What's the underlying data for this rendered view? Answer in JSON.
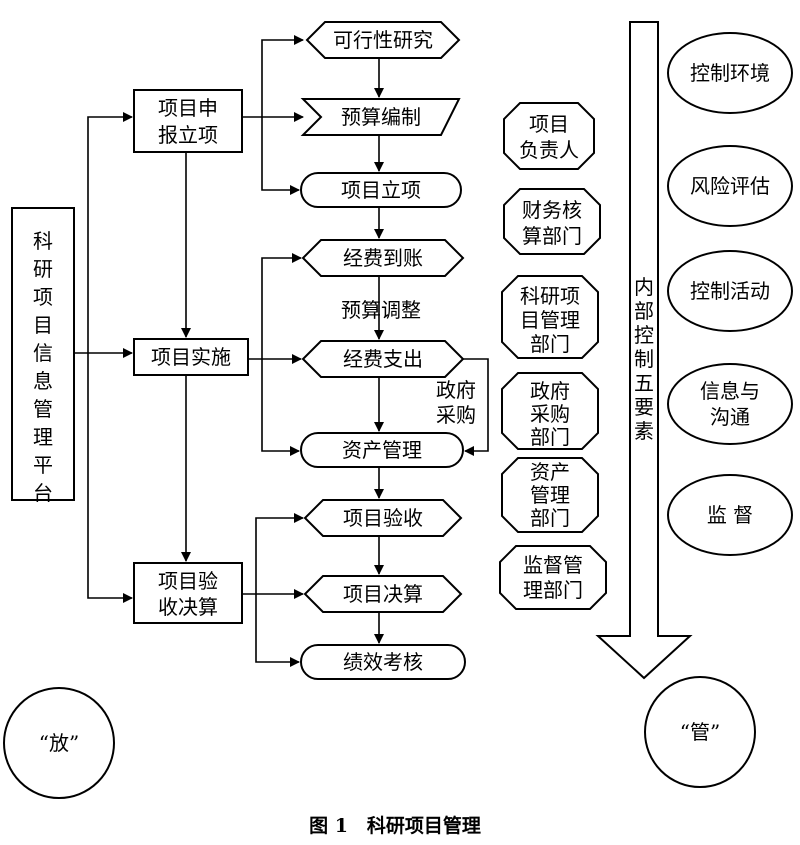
{
  "platform": {
    "text": "科研项目信息管理平台"
  },
  "stages": {
    "apply": [
      "项目申",
      "报立项"
    ],
    "implement": "项目实施",
    "accept": [
      "项目验",
      "收决算"
    ]
  },
  "flow": {
    "feasibility": "可行性研究",
    "budget": "预算编制",
    "approval": "项目立项",
    "funds_arrival": "经费到账",
    "budget_adjust": "预算调整",
    "expenditure": "经费支出",
    "gov_purchase": [
      "政府",
      "采购"
    ],
    "asset_mgmt": "资产管理",
    "acceptance": "项目验收",
    "final_accounts": "项目决算",
    "performance": "绩效考核"
  },
  "departments": {
    "pi": [
      "项目",
      "负责人"
    ],
    "finance": [
      "财务核",
      "算部门"
    ],
    "research": [
      "科研项",
      "目管理",
      "部门"
    ],
    "procurement": [
      "政府",
      "采购",
      "部门"
    ],
    "assets": [
      "资产",
      "管理",
      "部门"
    ],
    "supervision": [
      "监督管",
      "理部门"
    ]
  },
  "control": {
    "arrow_text": "内部控制五要素",
    "elements": [
      "控制环境",
      "风险评估",
      "控制活动",
      "信息与沟通",
      "监 督"
    ]
  },
  "labels": {
    "release": "“放”",
    "manage": "“管”"
  },
  "caption": "图 1　科研项目管理"
}
